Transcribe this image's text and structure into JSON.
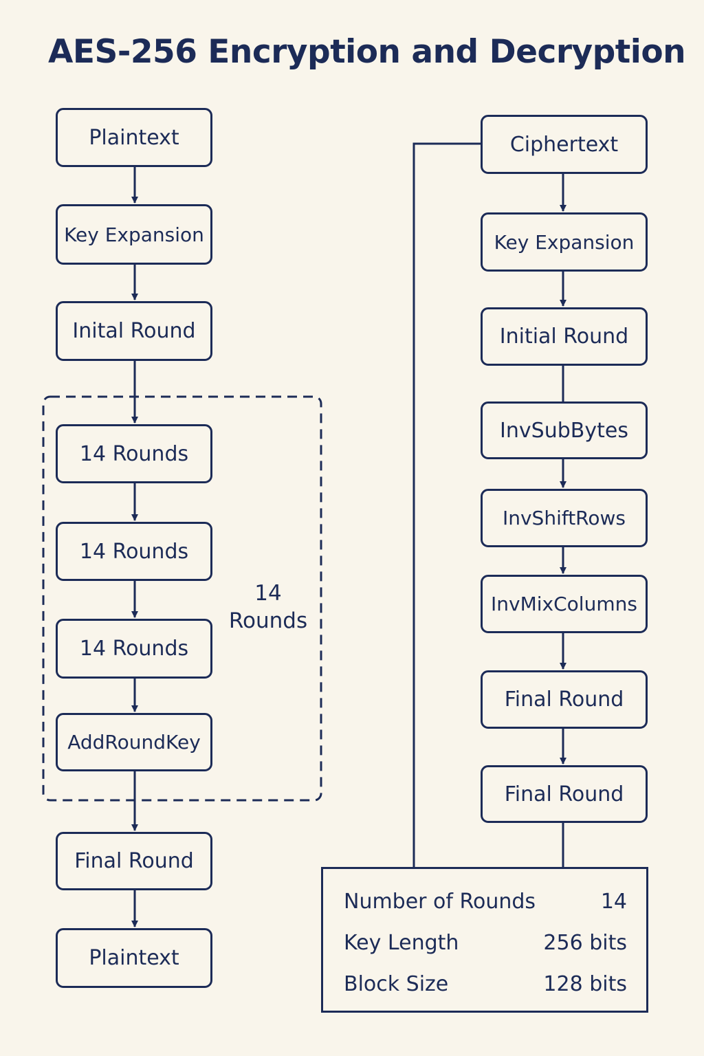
{
  "title": "AES-256 Encryption and Decryption",
  "encryption": {
    "steps": [
      "Plaintext",
      "Key Expansion",
      "Inital Round",
      "14 Rounds",
      "14 Rounds",
      "14 Rounds",
      "AddRoundKey",
      "Final Round",
      "Plaintext"
    ],
    "loop_label_line1": "14",
    "loop_label_line2": "Rounds"
  },
  "decryption": {
    "steps": [
      "Ciphertext",
      "Key Expansion",
      "Initial Round",
      "InvSubBytes",
      "InvShiftRows",
      "InvMixColumns",
      "Final Round",
      "Final Round"
    ]
  },
  "parameters": [
    {
      "label": "Number of Rounds",
      "value": "14"
    },
    {
      "label": "Key Length",
      "value": "256 bits"
    },
    {
      "label": "Block Size",
      "value": "128 bits"
    }
  ],
  "colors": {
    "background": "#f9f5eb",
    "ink": "#1c2b57"
  }
}
